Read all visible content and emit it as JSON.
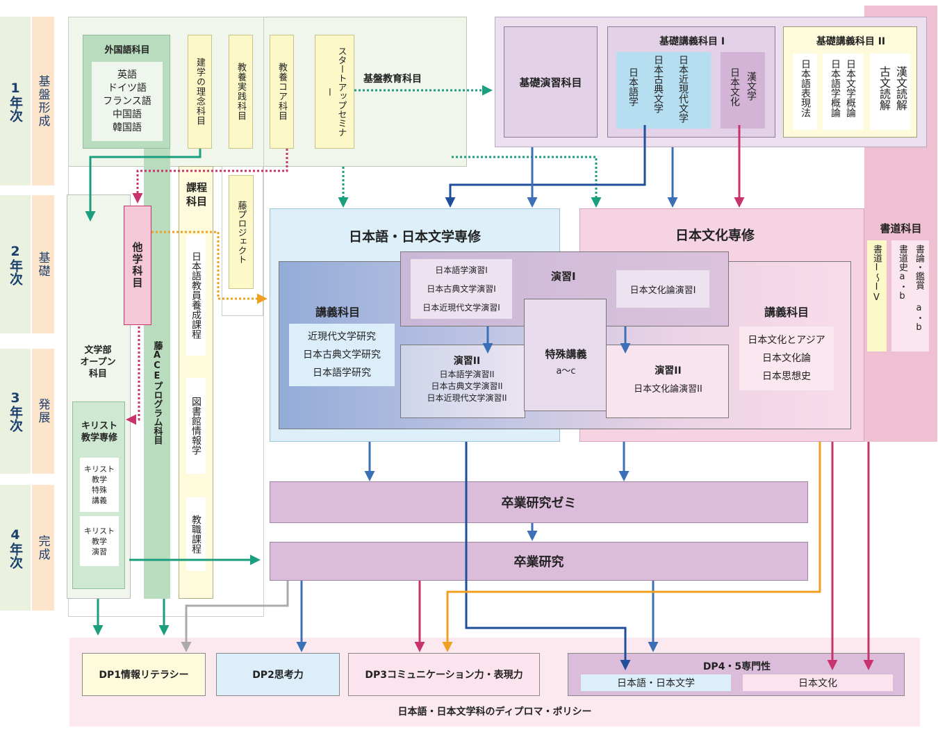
{
  "colors": {
    "navy": "#1f4e9a",
    "blue": "#3b6fb6",
    "teal": "#1a9e7e",
    "magenta": "#c8336b",
    "orange": "#f0a020",
    "gray": "#aaaaaa"
  },
  "years": [
    {
      "label": "1年次",
      "stage": "基盤形成"
    },
    {
      "label": "2年次",
      "stage": "基礎"
    },
    {
      "label": "3年次",
      "stage": "発展"
    },
    {
      "label": "4年次",
      "stage": "完成"
    }
  ],
  "foundation": {
    "label": "基盤教育科目",
    "foreign": {
      "title": "外国語科目",
      "items": "英語\nドイツ語\nフランス語\n中国語\n韓国語"
    },
    "kengaku": "建学の理念科目",
    "kyouyou_jissen": "教養実践科目",
    "kyouyou_core": "教養コア科目",
    "startup": "スタートアップセミナー"
  },
  "kihon_enshu": "基礎演習科目",
  "kiso1": {
    "title": "基礎講義科目 I",
    "col1": "日本語学",
    "col2": "日本古典文学",
    "col3": "日本近現代文学",
    "col4": "日本文化",
    "col5": "漢文学"
  },
  "kiso2": {
    "title": "基礎講義科目 II",
    "col1": "日本語表現法",
    "col2": "日本語学概論",
    "col3": "日本文学概論",
    "col4": "古文読解",
    "col5": "漢文読解"
  },
  "left": {
    "tagakka": "他学科目",
    "ace": "藤ACEプログラム科目",
    "open": "文学部\nオープン\n科目",
    "christ": {
      "title": "キリスト\n教学専修",
      "item1": "キリスト\n教学\n特殊\n講義",
      "item2": "キリスト\n教学\n演習"
    },
    "katei": {
      "title": "課程\n科目",
      "item1": "日本語教員養成課程",
      "item2": "図書館情報学",
      "item3": "教職課程"
    },
    "fuji_project": "藤プロジェクト"
  },
  "nihongo_senshu": {
    "title": "日本語・日本文学専修",
    "kougi_title": "講義科目",
    "kougi_items": "近現代文学研究\n日本古典文学研究\n日本語学研究"
  },
  "bunka_senshu": {
    "title": "日本文化専修",
    "kougi_title": "講義科目",
    "kougi_items": "日本文化とアジア\n日本文化論\n日本思想史"
  },
  "enshu1": {
    "title": "演習I",
    "items": "日本語学演習I\n日本古典文学演習I\n日本近現代文学演習I",
    "bunka": "日本文化論演習I"
  },
  "enshu2": {
    "title": "演習II",
    "items": "日本語学演習II\n日本古典文学演習II\n日本近現代文学演習II"
  },
  "enshu2b": {
    "title": "演習II",
    "items": "日本文化論演習II"
  },
  "tokushu": {
    "title": "特殊講義",
    "sub": "a〜c"
  },
  "shodo": {
    "title": "書道科目",
    "col1": "書道I〜IV",
    "col2": "書道史a・b",
    "col3a": "書論・鑑賞",
    "col3b": "a・b"
  },
  "sotsuken_zemi": "卒業研究ゼミ",
  "sotsuken": "卒業研究",
  "dp": {
    "dp1": "DP1情報リテラシー",
    "dp2": "DP2思考力",
    "dp3": "DP3コミュニケーション力・表現力",
    "dp45": "DP4・5専門性",
    "dp45a": "日本語・日本文学",
    "dp45b": "日本文化",
    "policy": "日本語・日本文学科のディプロマ・ポリシー"
  }
}
